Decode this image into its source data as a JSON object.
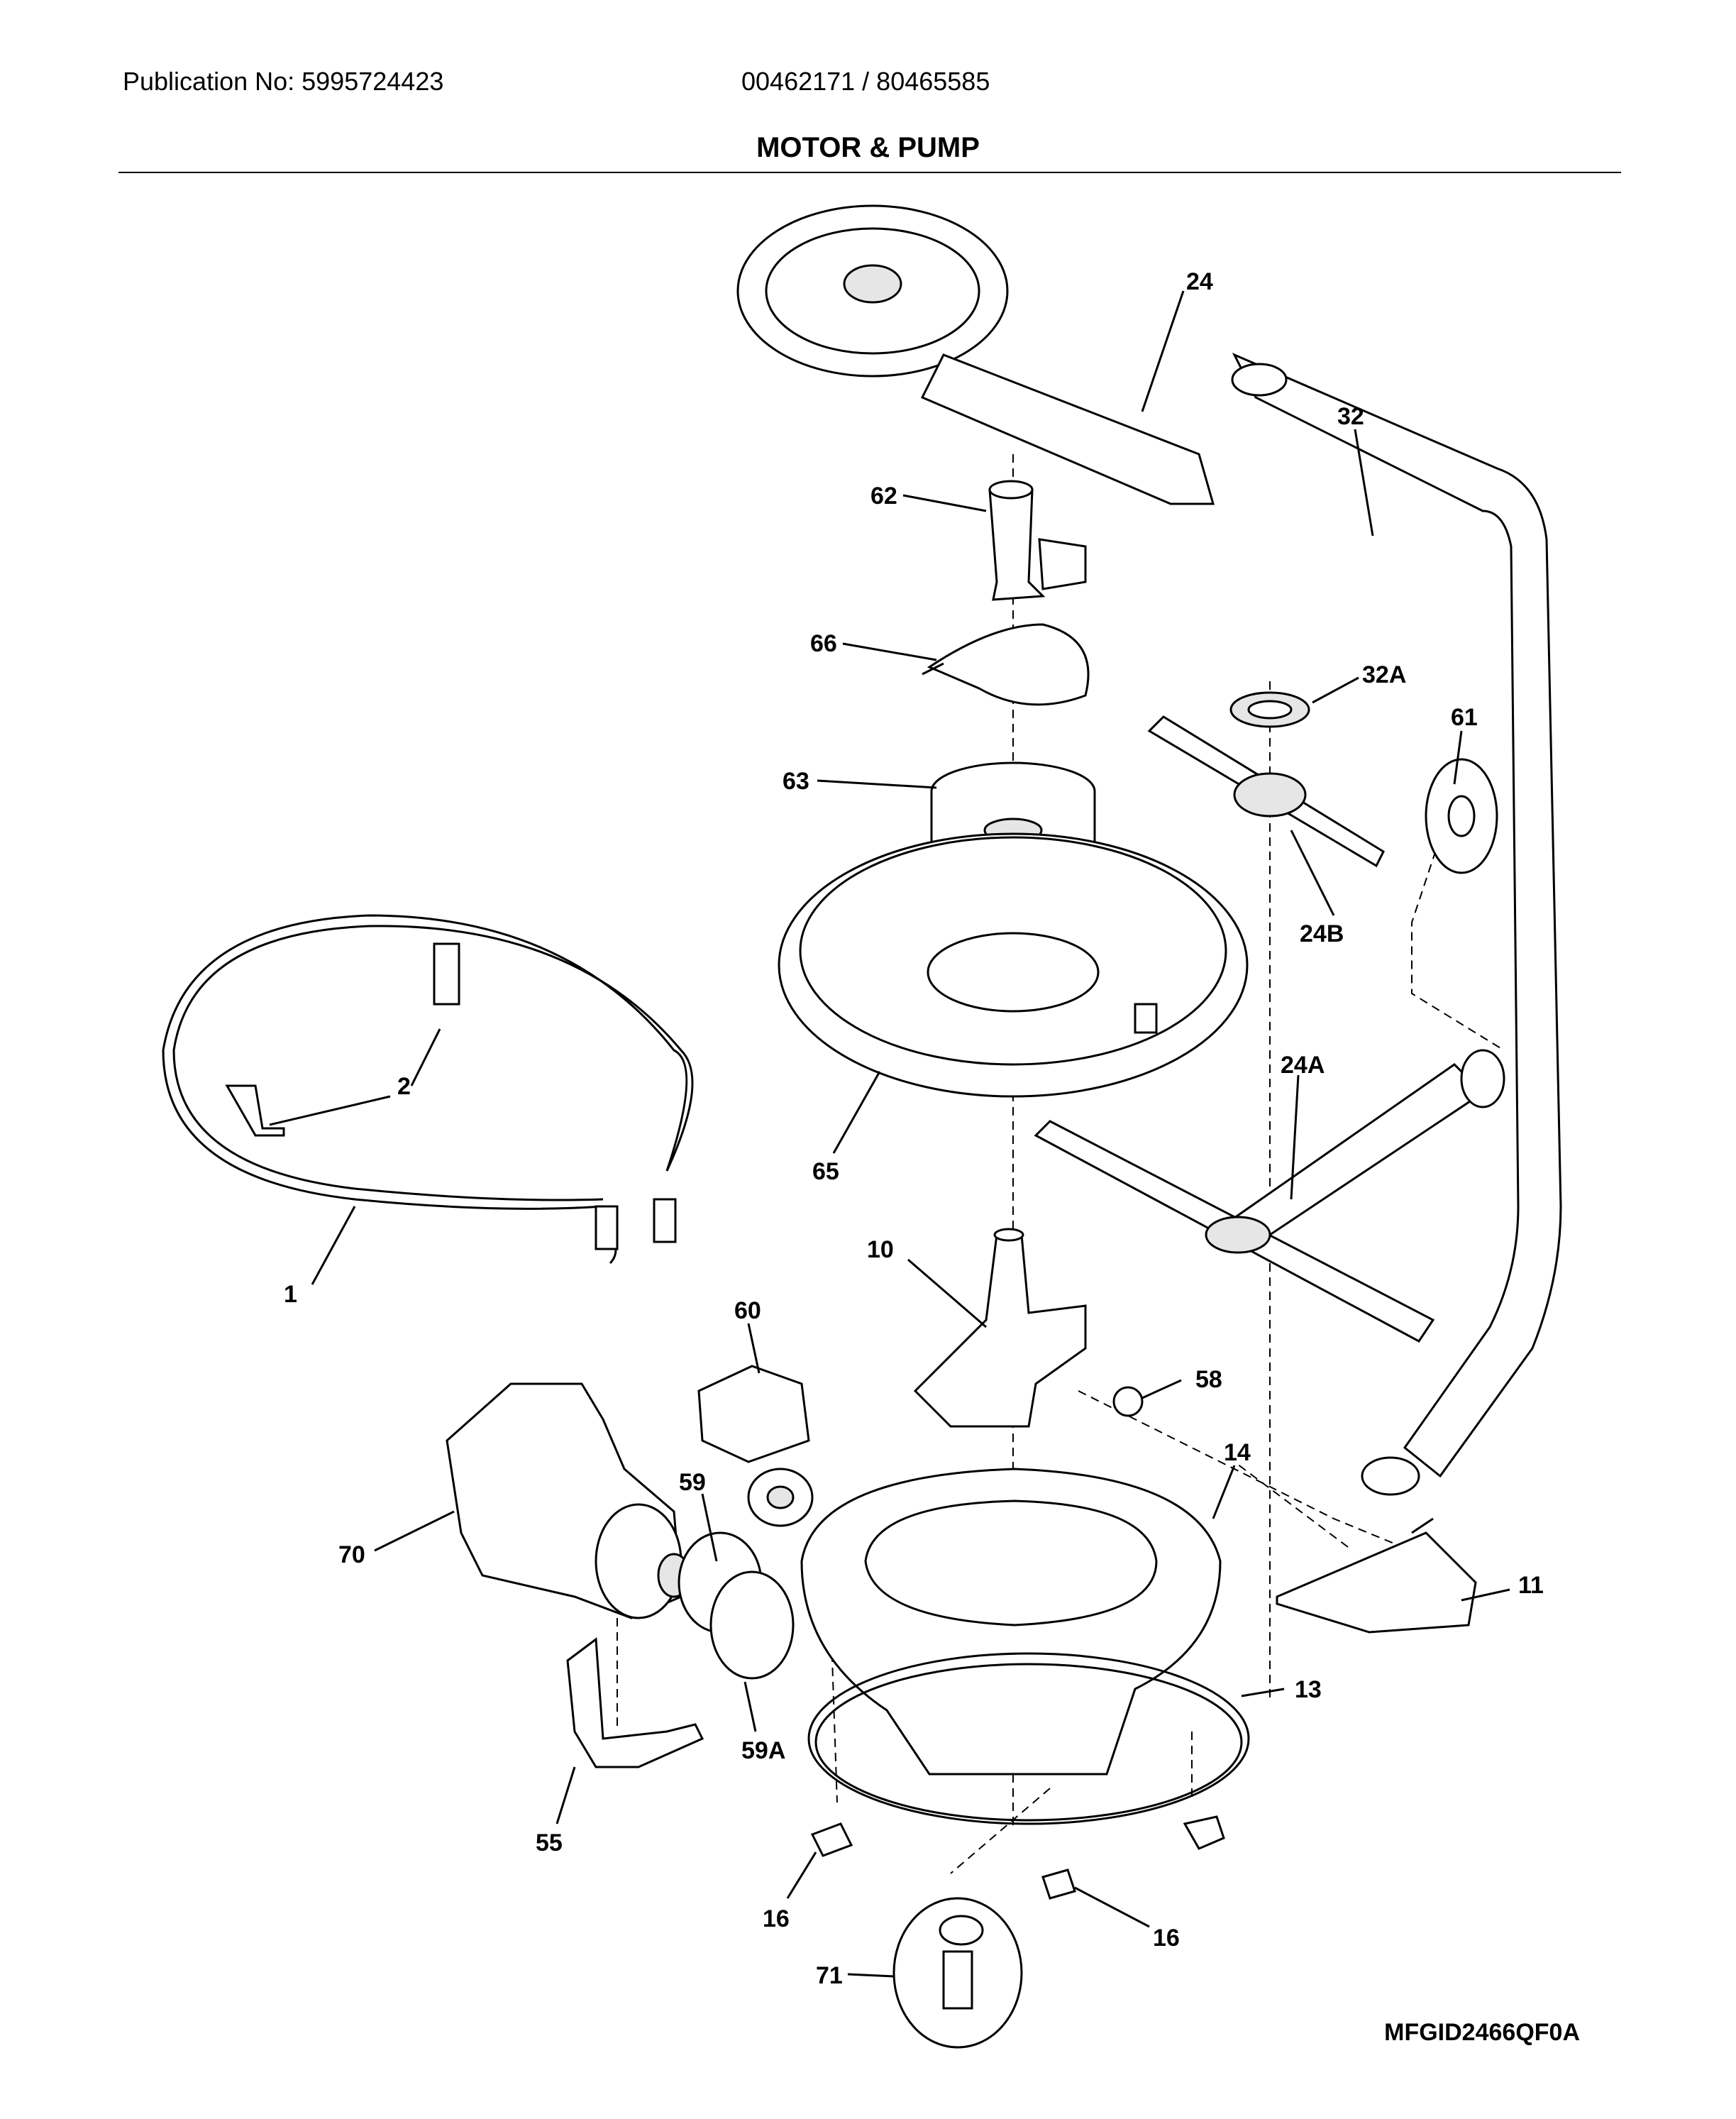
{
  "header": {
    "publication": "Publication No: 5995724423",
    "model_numbers": "00462171 / 80465585",
    "section_title": "MOTOR & PUMP"
  },
  "diagram_code": "MFGID2466QF0A",
  "callouts": [
    "24",
    "32",
    "62",
    "32A",
    "66",
    "61",
    "63",
    "24B",
    "2",
    "65",
    "24A",
    "1",
    "10",
    "60",
    "58",
    "14",
    "70",
    "59",
    "11",
    "13",
    "59A",
    "55",
    "16",
    "16",
    "71"
  ]
}
